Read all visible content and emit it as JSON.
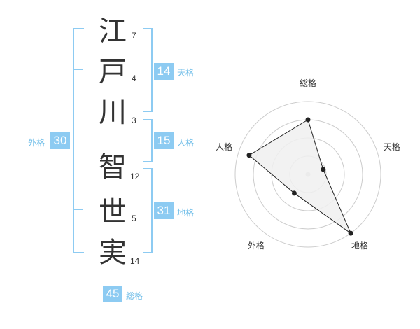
{
  "name": {
    "chars": [
      "江",
      "戸",
      "川",
      "智",
      "世",
      "実"
    ],
    "strokes": [
      7,
      4,
      3,
      12,
      5,
      14
    ]
  },
  "grades": {
    "tenkaku": {
      "label": "天格",
      "value": 14
    },
    "jinkaku": {
      "label": "人格",
      "value": 15
    },
    "chikaku": {
      "label": "地格",
      "value": 31
    },
    "gaikaku": {
      "label": "外格",
      "value": 30
    },
    "soukaku": {
      "label": "総格",
      "value": 45
    }
  },
  "chart_data": {
    "type": "radar",
    "axes": [
      "総格",
      "天格",
      "地格",
      "外格",
      "人格"
    ],
    "values": [
      0.75,
      0.22,
      1.0,
      0.32,
      0.85
    ],
    "rings": 4,
    "colors": {
      "fill": "#f0f0f0",
      "line": "#222222",
      "grid": "#cccccc",
      "accent": "#8dcbf2"
    }
  }
}
